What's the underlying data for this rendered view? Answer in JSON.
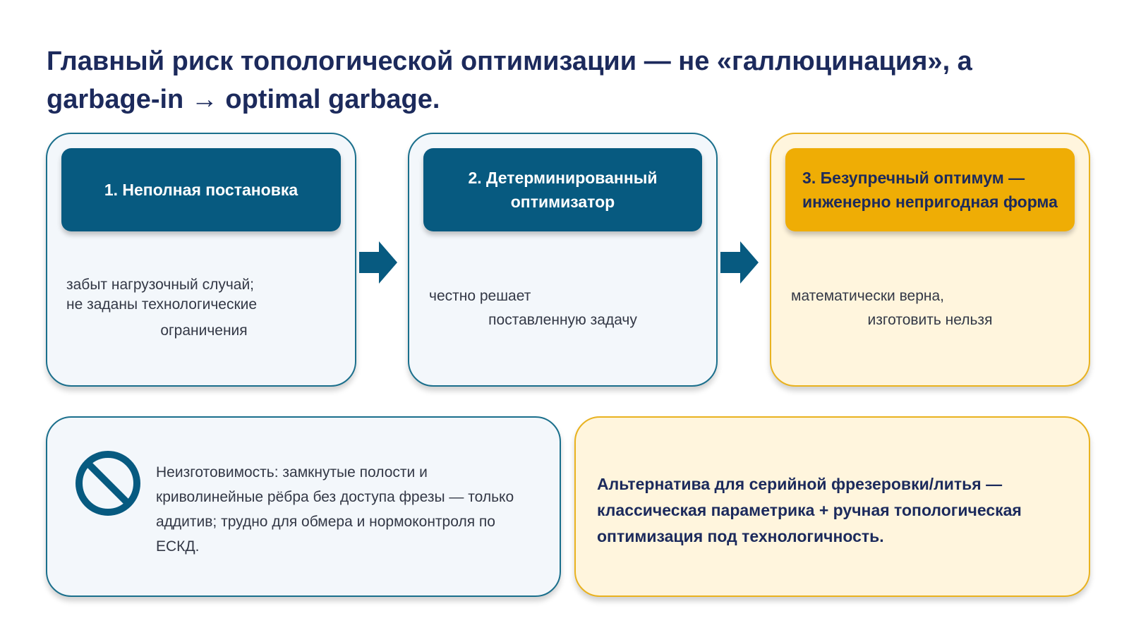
{
  "title": "Главный риск топологической оптимизации — не «галлюцинация», а garbage-in → optimal garbage.",
  "steps": [
    {
      "heading_lines": [
        "1. Неполная постановка"
      ],
      "body_lines": [
        "забыт нагрузочный случай;",
        "не заданы технологические",
        "ограничения"
      ]
    },
    {
      "heading_lines": [
        "2. Детерминированный",
        "оптимизатор"
      ],
      "body_lines": [
        "честно решает",
        "поставленную задачу"
      ]
    },
    {
      "heading_lines": [
        "3. Безупречный оптимум —",
        "инженерно непригодная форма"
      ],
      "body_lines": [
        "математически верна,",
        "изготовить нельзя"
      ]
    }
  ],
  "bottom_left": {
    "icon": "prohibited-icon",
    "text": "Неизготовимость: замкнутые полости и криволинейные рёбра без доступа фрезы — только аддитив; трудно для обмера и нормоконтроля по ЕСКД."
  },
  "bottom_right": {
    "text": "Альтернатива для серийной фрезеровки/литья — классическая параметрика + ручная топологическая оптимизация под технологичность."
  },
  "colors": {
    "title": "#1c2a5c",
    "blue": "#075a80",
    "gold": "#efad05",
    "blue_card_bg": "#f3f7fb",
    "gold_card_bg": "#fff5dd"
  }
}
